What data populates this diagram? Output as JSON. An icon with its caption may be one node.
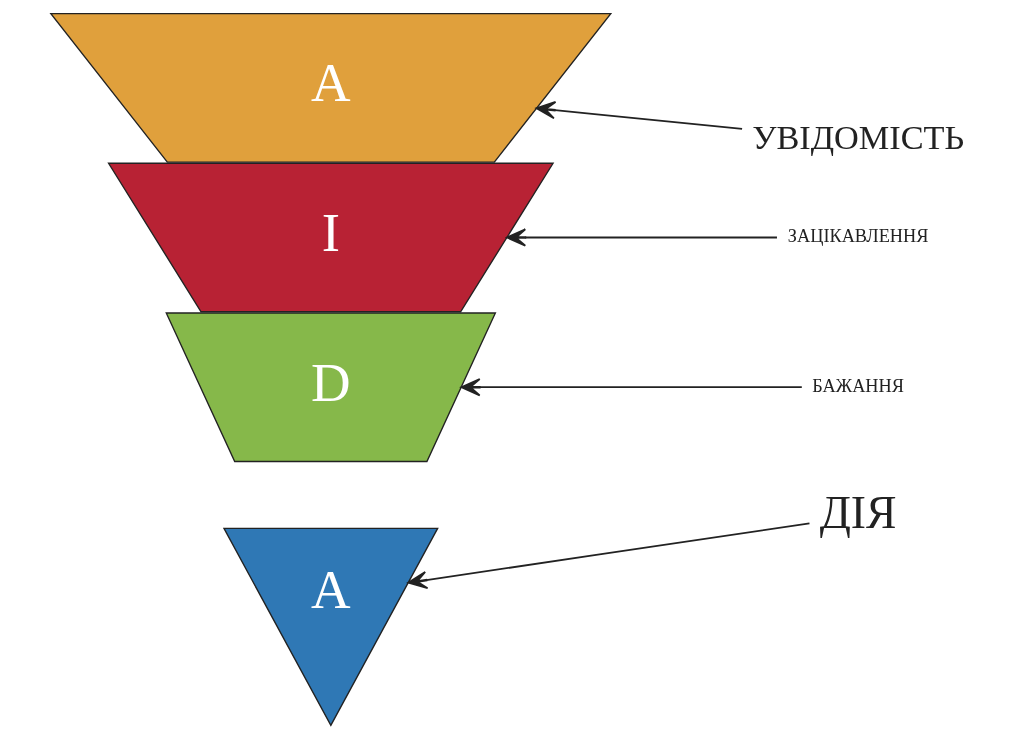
{
  "diagram": {
    "nodes": [
      {
        "text": [
          "A"
        ]
      },
      {
        "text": [
          "I"
        ]
      },
      {
        "text": [
          "D"
        ]
      },
      {
        "text": [
          "A"
        ]
      },
      {
        "text": [
          "УВІДОМІСТЬ"
        ]
      },
      {
        "text": [
          "ЗАЦІКАВЛЕННЯ"
        ]
      },
      {
        "text": [
          "БАЖАННЯ"
        ]
      },
      {
        "text": [
          "ДІЯ"
        ]
      }
    ],
    "edges": [
      {
        "from": 4,
        "to": 0,
        "arrow": "to"
      },
      {
        "from": 5,
        "to": 1,
        "arrow": "to"
      },
      {
        "from": 6,
        "to": 2,
        "arrow": "to"
      },
      {
        "from": 7,
        "to": 3,
        "arrow": "to"
      }
    ]
  }
}
